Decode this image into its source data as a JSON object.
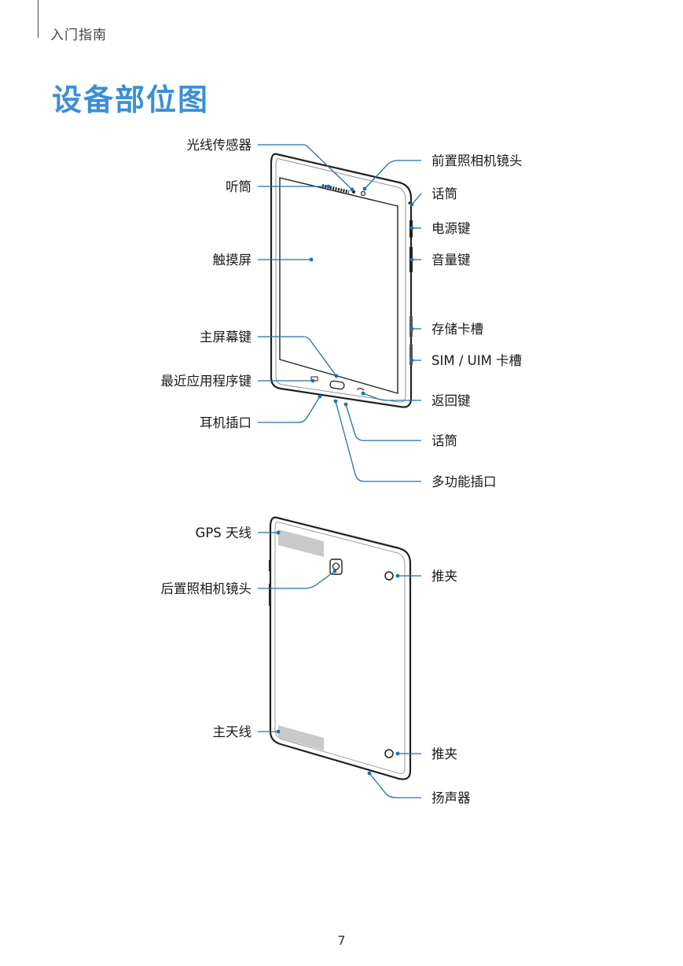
{
  "header": {
    "section": "入门指南"
  },
  "title": "设备部位图",
  "front_labels": {
    "light_sensor": "光线传感器",
    "earpiece": "听筒",
    "touchscreen": "触摸屏",
    "home_key": "主屏幕键",
    "recent_apps_key": "最近应用程序键",
    "earphone_jack": "耳机插口",
    "front_camera": "前置照相机镜头",
    "mic_top": "话筒",
    "power_key": "电源键",
    "volume_key": "音量键",
    "memory_card_tray": "存储卡槽",
    "sim_uim_tray": "SIM / UIM 卡槽",
    "back_key": "返回键",
    "mic_bottom": "话筒",
    "multipurpose_jack": "多功能插口"
  },
  "back_labels": {
    "gps_antenna": "GPS 天线",
    "rear_camera": "后置照相机镜头",
    "main_antenna": "主天线",
    "clip_top": "推夹",
    "clip_bottom": "推夹",
    "speaker": "扬声器"
  },
  "page_number": "7",
  "colors": {
    "accent": "#3b8fd6",
    "callout": "#1f6fb2",
    "antenna": "#c9c9c9"
  }
}
